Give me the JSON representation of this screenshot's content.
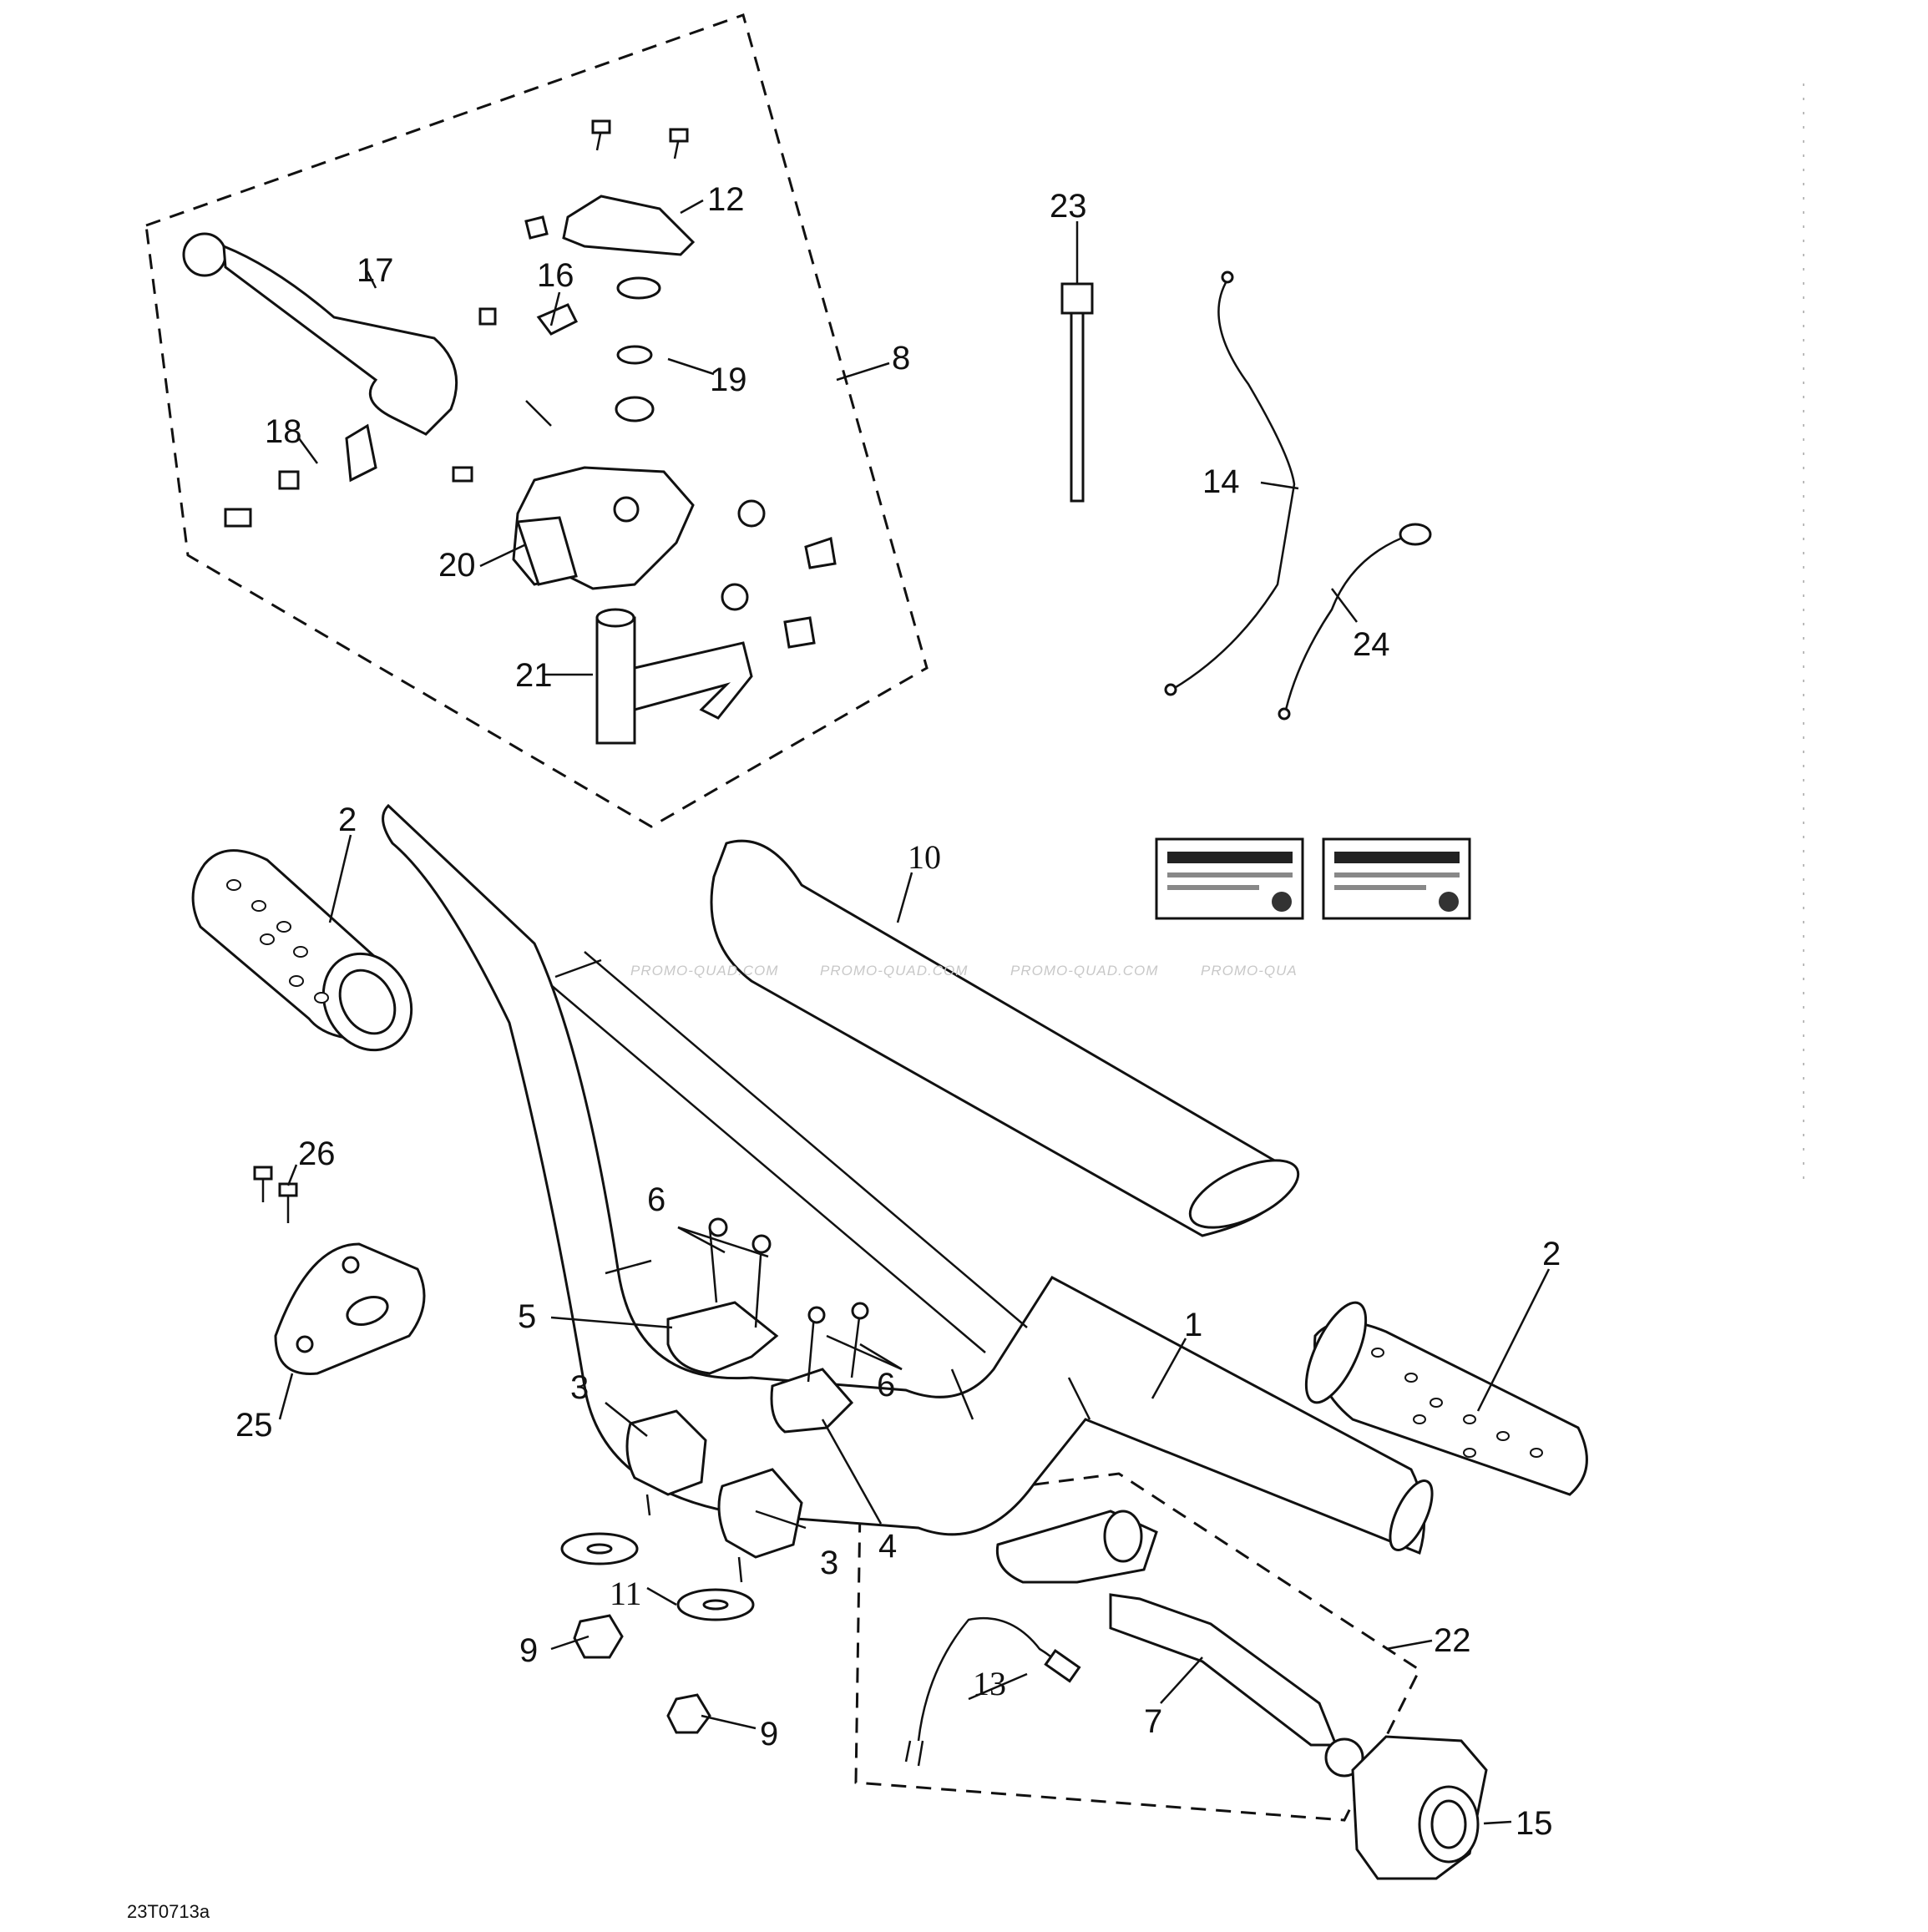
{
  "diagram_ref": "23T0713a",
  "watermark": [
    "PROMO-QUAD.COM",
    "PROMO-QUAD.COM",
    "PROMO-QUAD.COM",
    "PROMO-QUA"
  ],
  "callouts": {
    "c1": "1",
    "c2a": "2",
    "c2b": "2",
    "c3a": "3",
    "c3b": "3",
    "c4": "4",
    "c5": "5",
    "c6a": "6",
    "c6b": "6",
    "c7": "7",
    "c8": "8",
    "c9a": "9",
    "c9b": "9",
    "c10": "10",
    "c11": "11",
    "c12": "12",
    "c13": "13",
    "c14": "14",
    "c15": "15",
    "c16": "16",
    "c17": "17",
    "c18": "18",
    "c19": "19",
    "c20": "20",
    "c21": "21",
    "c22": "22",
    "c23": "23",
    "c24": "24",
    "c25": "25",
    "c26": "26"
  }
}
